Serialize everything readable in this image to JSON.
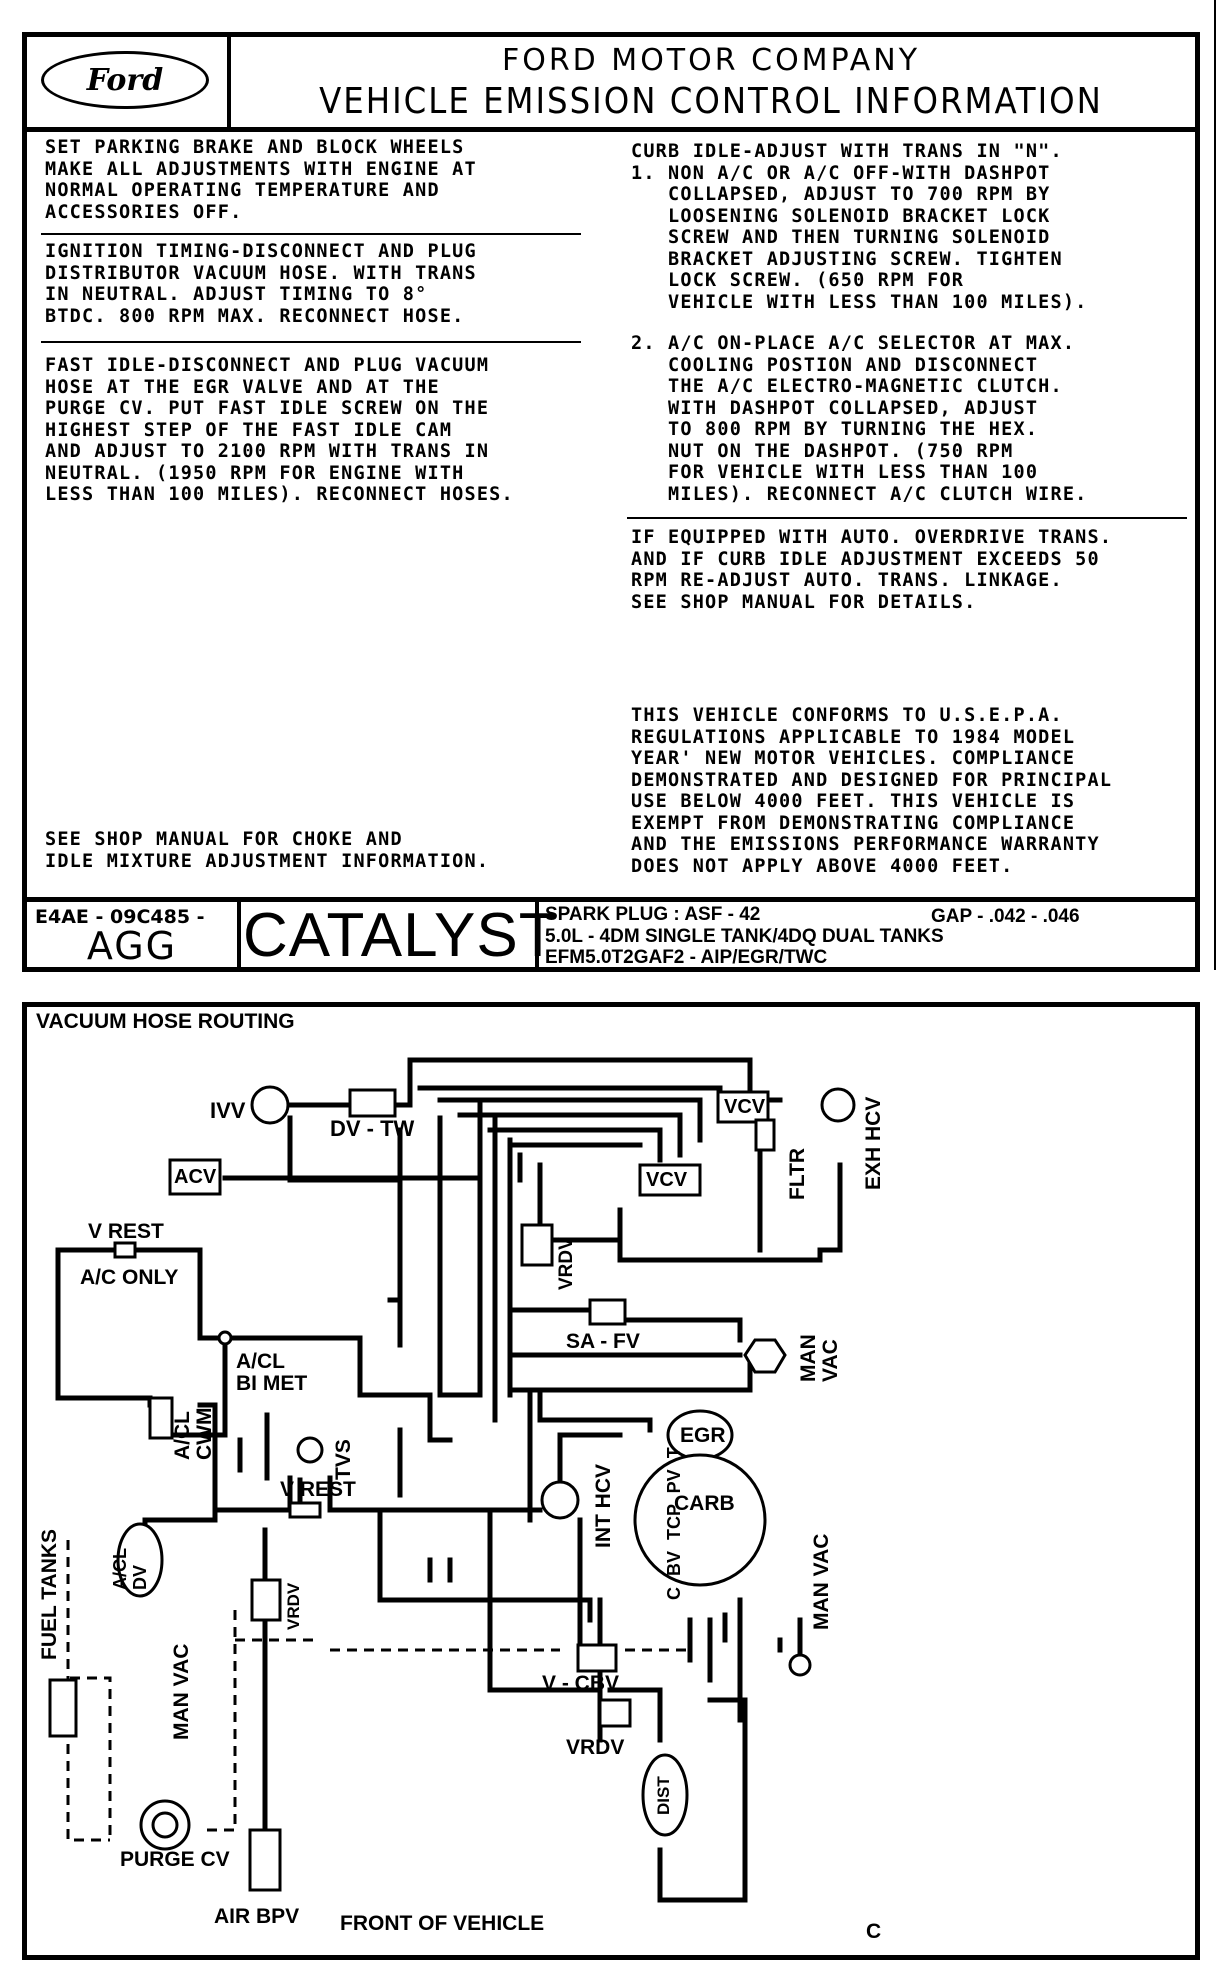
{
  "header": {
    "logo": "Ford",
    "company": "FORD MOTOR COMPANY",
    "title": "VEHICLE EMISSION CONTROL INFORMATION"
  },
  "instructions": {
    "parking": "SET PARKING BRAKE AND BLOCK WHEELS\nMAKE ALL ADJUSTMENTS WITH ENGINE AT\nNORMAL OPERATING TEMPERATURE AND\nACCESSORIES OFF.",
    "timing": "IGNITION TIMING-DISCONNECT AND PLUG\nDISTRIBUTOR VACUUM HOSE. WITH TRANS\nIN NEUTRAL. ADJUST TIMING TO 8°\nBTDC. 800 RPM MAX. RECONNECT HOSE.",
    "fast_idle": "FAST IDLE-DISCONNECT AND PLUG VACUUM\nHOSE AT THE EGR VALVE AND AT THE\nPURGE CV. PUT FAST IDLE SCREW ON THE\nHIGHEST STEP OF THE FAST IDLE CAM\nAND ADJUST TO 2100 RPM WITH TRANS IN\nNEUTRAL. (1950 RPM FOR ENGINE WITH\nLESS THAN 100 MILES). RECONNECT HOSES.",
    "choke": "SEE SHOP MANUAL FOR CHOKE AND\nIDLE MIXTURE ADJUSTMENT INFORMATION.",
    "curb_idle": "CURB IDLE-ADJUST WITH TRANS IN \"N\".\n1. NON A/C OR A/C OFF-WITH DASHPOT\n   COLLAPSED, ADJUST TO 700 RPM BY\n   LOOSENING SOLENOID BRACKET LOCK\n   SCREW AND THEN TURNING SOLENOID\n   BRACKET ADJUSTING SCREW. TIGHTEN\n   LOCK SCREW. (650 RPM FOR\n   VEHICLE WITH LESS THAN 100 MILES).",
    "ac_on": "2. A/C ON-PLACE A/C SELECTOR AT MAX.\n   COOLING POSTION AND DISCONNECT\n   THE A/C ELECTRO-MAGNETIC CLUTCH.\n   WITH DASHPOT COLLAPSED, ADJUST\n   TO 800 RPM BY TURNING THE HEX.\n   NUT ON THE DASHPOT. (750 RPM\n   FOR VEHICLE WITH LESS THAN 100\n   MILES). RECONNECT A/C CLUTCH WIRE.",
    "overdrive": "IF EQUIPPED WITH AUTO. OVERDRIVE TRANS.\nAND IF CURB IDLE ADJUSTMENT EXCEEDS 50\nRPM RE-ADJUST AUTO. TRANS. LINKAGE.\nSEE SHOP MANUAL FOR DETAILS.",
    "conformity": "THIS VEHICLE CONFORMS TO U.S.E.P.A.\nREGULATIONS APPLICABLE TO 1984 MODEL\nYEAR' NEW MOTOR VEHICLES. COMPLIANCE\nDEMONSTRATED AND DESIGNED FOR PRINCIPAL\nUSE BELOW 4000 FEET. THIS VEHICLE IS\nEXEMPT FROM DEMONSTRATING COMPLIANCE\nAND THE EMISSIONS PERFORMANCE WARRANTY\nDOES NOT APPLY ABOVE 4000 FEET."
  },
  "footer": {
    "part_number": "E4AE - 09C485 -",
    "code": "AGG",
    "catalyst": "CATALYST",
    "spark_plug": "SPARK PLUG : ASF - 42",
    "gap": "GAP - .042 - .046",
    "engine": "5.0L - 4DM SINGLE TANK/4DQ DUAL TANKS",
    "family": "EFM5.0T2GAF2 - AIP/EGR/TWC"
  },
  "diagram": {
    "title": "VACUUM HOSE ROUTING",
    "labels": {
      "ivv": "IVV",
      "dv_tw": "DV - TW",
      "acv": "ACV",
      "v_rest_top": "V REST",
      "ac_only": "A/C ONLY",
      "acl_bimet_1": "A/CL",
      "acl_bimet_2": "BI MET",
      "acl_cwm": "A/CL\nCWM",
      "tvs": "TVS",
      "v_rest_mid": "V REST",
      "acl_dv": "A/CL\nDV",
      "fuel_tanks": "FUEL TANKS",
      "man_vac_left": "MAN VAC",
      "vrdv_left": "VRDV",
      "purge_cv": "PURGE CV",
      "air_bpv": "AIR BPV",
      "front": "FRONT OF VEHICLE",
      "vcv_top": "VCV",
      "vcv_mid": "VCV",
      "fltr": "FLTR",
      "exh_hcv": "EXH HCV",
      "vrdv_upper": "VRDV",
      "sa_fv": "SA - FV",
      "man_vac_right": "MAN\nVAC",
      "egr": "EGR",
      "int_hcv": "INT HCV",
      "carb": "CARB",
      "carb_ports": "C BV TCP PV T",
      "man_vac_carb": "MAN VAC",
      "v_cbv": "V - CBV",
      "vrdv_lower": "VRDV",
      "dist": "DIST",
      "corner": "C"
    }
  }
}
